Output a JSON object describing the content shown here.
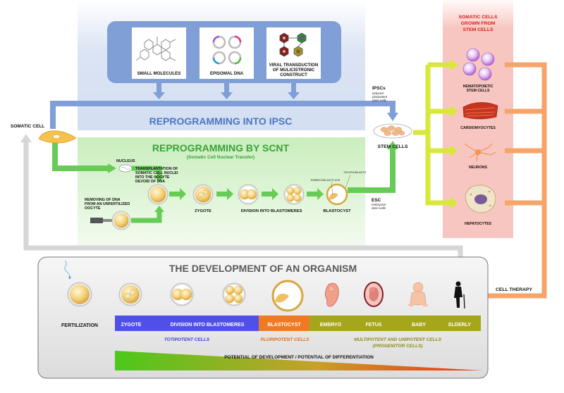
{
  "ipsc_panel": {
    "title": "REPROGRAMMING INTO IPSC",
    "inputs": [
      {
        "label": "SMALL MOLECULES",
        "icon": "molecule-structure-icon"
      },
      {
        "label": "EPISOMAL DNA",
        "icon": "plasmid-rings-icon"
      },
      {
        "label_lines": [
          "VIRAL TRANSDUCTION",
          "OF MULICISTRONIC",
          "CONSTRUCT"
        ],
        "icon": "virus-hexagons-icon"
      }
    ],
    "ipsc_label": "IPSCs",
    "ipsc_sub": [
      "induced",
      "pluripotent",
      "stem cells"
    ]
  },
  "scnt_panel": {
    "title": "REPROGRAMMING BY SCNT",
    "subtitle": "(Somatic Cell Nuclear Transfer)",
    "nucleus": "NUCLEUS",
    "transplant": [
      "TRANSPLANTATION OF",
      "SOMATIC CELL NUCLEI",
      "INTO THE OOCYTE",
      "DEVOID OF DNA"
    ],
    "removing": [
      "REMOVING OF DNA",
      "FROM AN UNFERTILIZED",
      "OOCYTE"
    ],
    "zygote": "ZYGOTE",
    "division": "DIVISION INTO BLASTOMERES",
    "blastocyst": "BLASTOCYST",
    "embryoblasts": "EMBRYOBLASTS ICM",
    "trophoblasts": "TROPHOBLASTS",
    "esc_label": "ESC",
    "esc_sub": [
      "embryonic",
      "stem cells"
    ]
  },
  "somatic_cell": "SOMATIC CELL",
  "stem_cells": "STEM CELLS",
  "grown_panel": {
    "title": [
      "SOMATIC CELLS",
      "GROWN FROM",
      "STEM CELLS"
    ],
    "items": [
      "HEMATOPOIETIC",
      "STEM CELLS",
      "CARDIOMYOCYTES",
      "NEURONS",
      "HEPATOCYTES"
    ]
  },
  "cell_therapy": "CELL THERAPY",
  "development": {
    "title": "THE DEVELOPMENT OF AN ORGANISM",
    "fertilization": "FERTILIZATION",
    "stages": [
      "ZYGOTE",
      "DIVISION INTO BLASTOMERES",
      "BLASTOCYST",
      "EMBRYO",
      "FETUS",
      "BABY",
      "ELDERLY"
    ],
    "potency": [
      "TOTIPOTENT CELLS",
      "PLURIPOTENT CELLS",
      "MULTIPOTENT AND UNIPOTENT CELLS",
      "(PROGENITOR CELLS)"
    ],
    "gradient_label": "POTENTIAL OF DEVELOPMENT / POTENTIAL OF DIFFERENTIATION"
  },
  "colors": {
    "ipsc_bg": "#dbe4f4",
    "ipsc_box": "#7f9fd6",
    "ipsc_title": "#4a76c4",
    "scnt_bg": "#dff4d6",
    "scnt_title": "#3aa13a",
    "green_arrow": "#66cc55",
    "grown_bg": "#f9c8c2",
    "grown_title": "#d6201b",
    "yellow_arrow": "#d8e83a",
    "orange_arrow": "#f6a56a",
    "gray_arrow": "#d6d6d6",
    "totipotent": "#5050e8",
    "pluripotent": "#f07a24",
    "multipotent": "#a6a61c"
  }
}
